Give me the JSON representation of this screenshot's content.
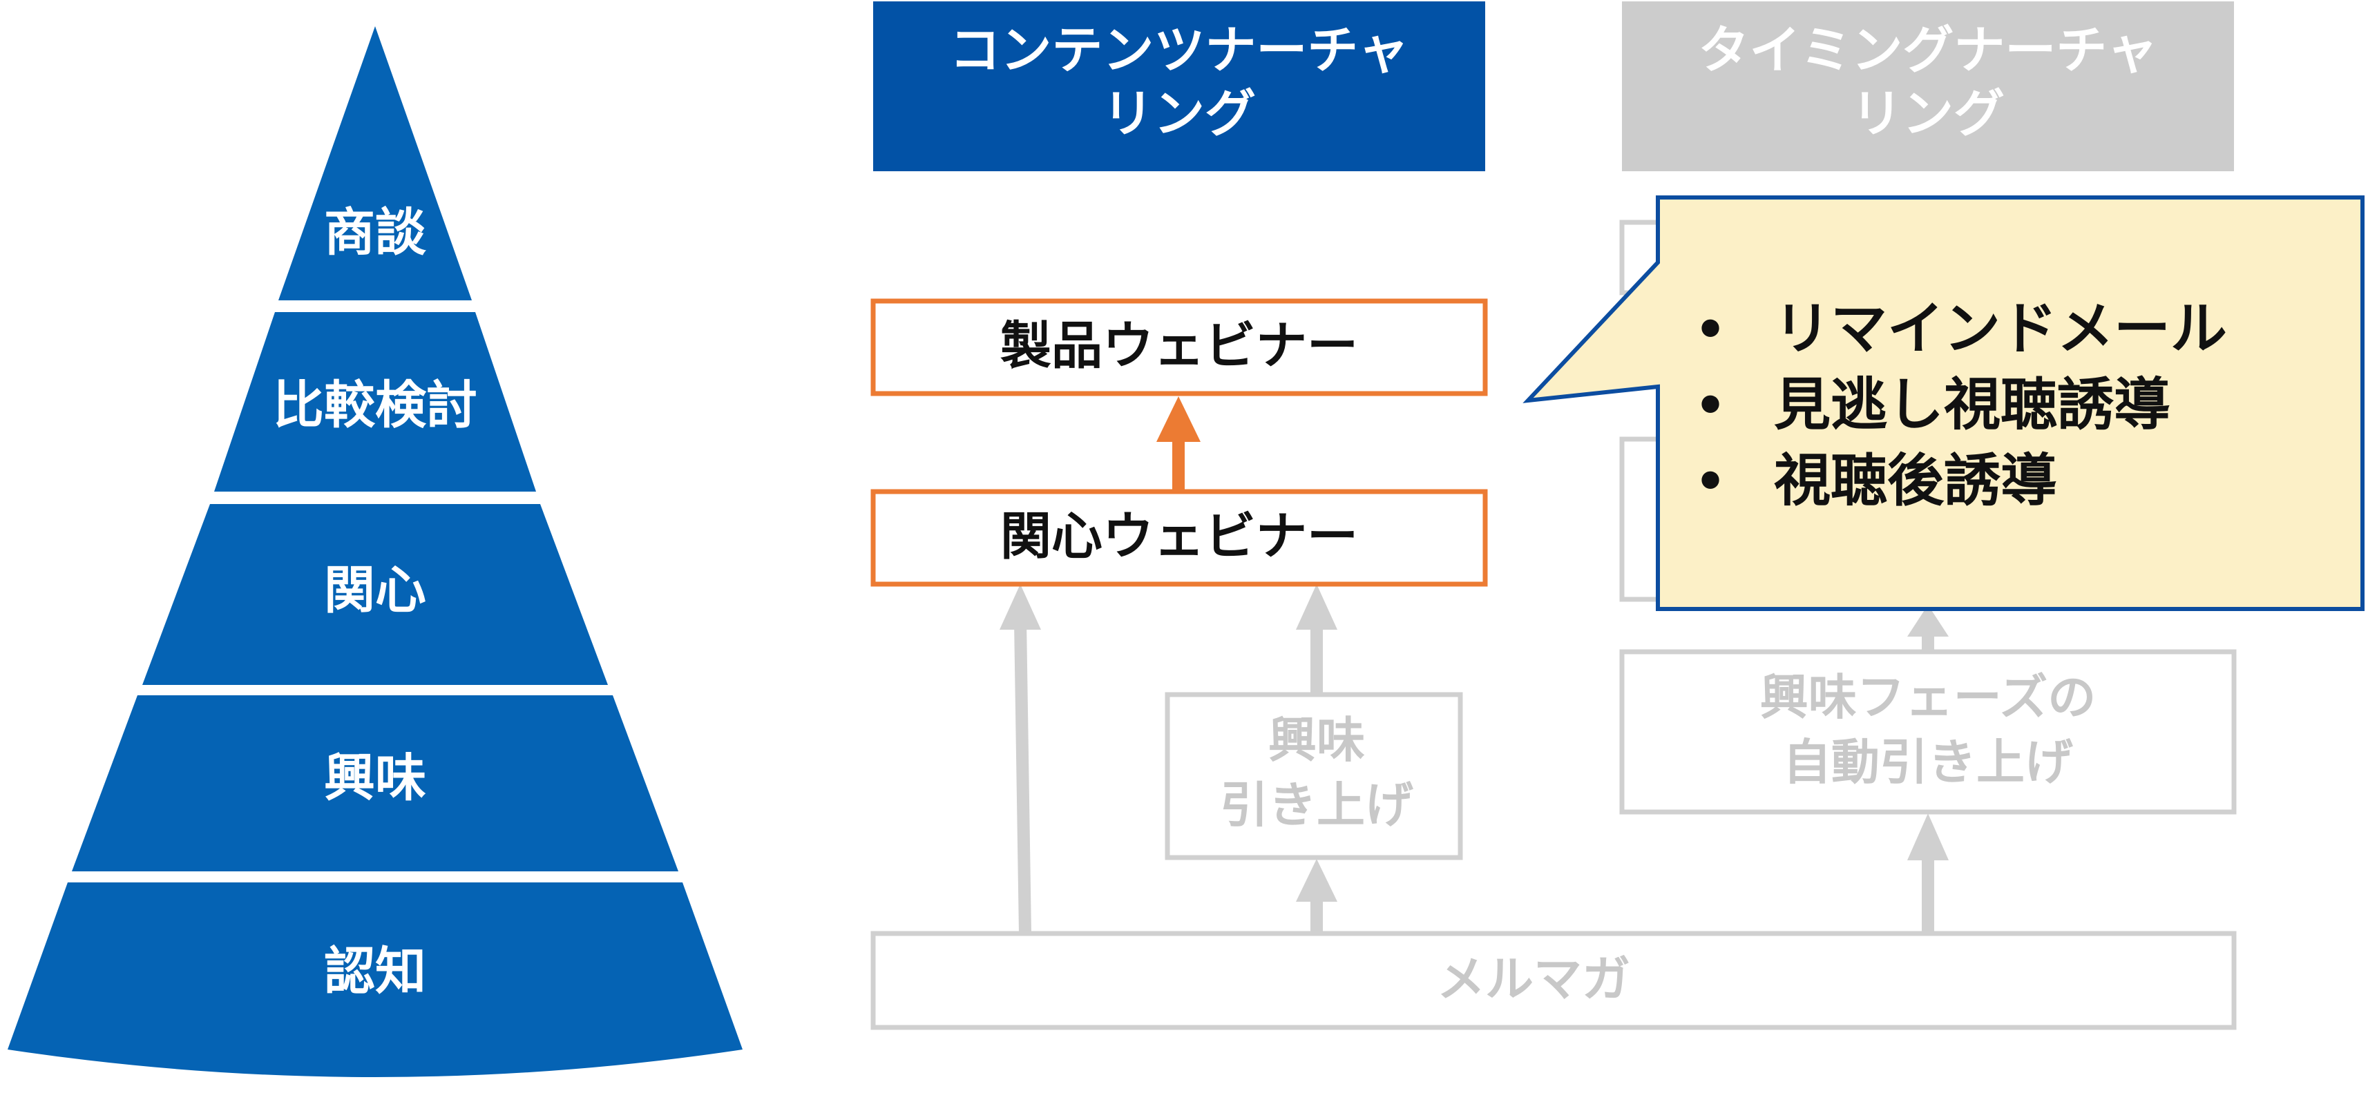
{
  "funnel": {
    "stages": [
      "商談",
      "比較検討",
      "関心",
      "興味",
      "認知"
    ]
  },
  "headers": {
    "content_nurturing_line1": "コンテンツナーチャ",
    "content_nurturing_line2": "リング",
    "timing_nurturing_line1": "タイミングナーチャ",
    "timing_nurturing_line2": "リング"
  },
  "boxes": {
    "product_webinar": "製品ウェビナー",
    "interest_webinar": "関心ウェビナー",
    "interest_lift_line1": "興味",
    "interest_lift_line2": "引き上げ",
    "auto_lift_line1": "興味フェーズの",
    "auto_lift_line2": "自動引き上げ",
    "newsletter": "メルマガ"
  },
  "callout": {
    "bullet": "•",
    "items": [
      "リマインドメール",
      "見逃し視聴誘導",
      "視聴後誘導"
    ]
  },
  "colors": {
    "blue": "#0563b4",
    "header_blue": "#0252a6",
    "header_gray": "#cccccc",
    "orange": "#ec7b33",
    "gray_line": "#d0d0d0",
    "gray_text": "#c8c8c8",
    "callout_fill": "#fcf0c7",
    "callout_border": "#0c4da0"
  }
}
